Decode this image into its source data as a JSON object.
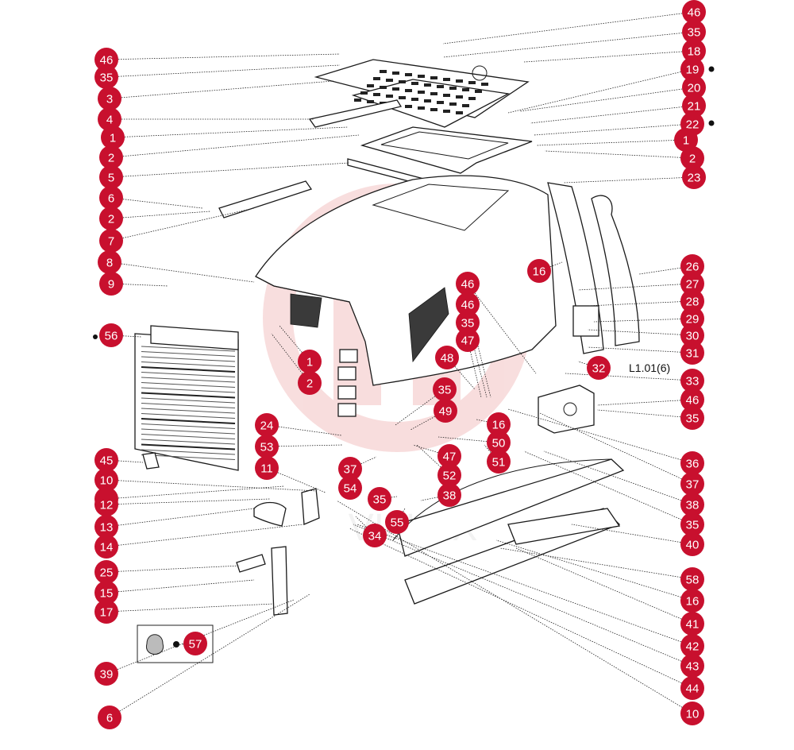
{
  "callouts": [
    "46",
    "35",
    "18",
    "19",
    "20",
    "21",
    "22",
    "1",
    "2",
    "23",
    "46",
    "35",
    "3",
    "4",
    "1",
    "2",
    "5",
    "6",
    "2",
    "7",
    "8",
    "9",
    "56",
    "1",
    "2",
    "16",
    "26",
    "27",
    "28",
    "29",
    "30",
    "31",
    "32",
    "33",
    "46",
    "35",
    "46",
    "46",
    "35",
    "47",
    "48",
    "35",
    "49",
    "24",
    "53",
    "16",
    "50",
    "51",
    "37",
    "54",
    "11",
    "45",
    "10",
    "11",
    "12",
    "13",
    "14",
    "47",
    "52",
    "38",
    "35",
    "55",
    "34",
    "36",
    "37",
    "38",
    "35",
    "40",
    "25",
    "15",
    "17",
    "58",
    "16",
    "41",
    "42",
    "43",
    "39",
    "44",
    "57",
    "6",
    "10"
  ],
  "reference_text": "L1.01(6)",
  "watermark_text": "VII LEX",
  "colors": {
    "callout_fill": "#c8102e",
    "watermark": "#f3c2c2"
  }
}
